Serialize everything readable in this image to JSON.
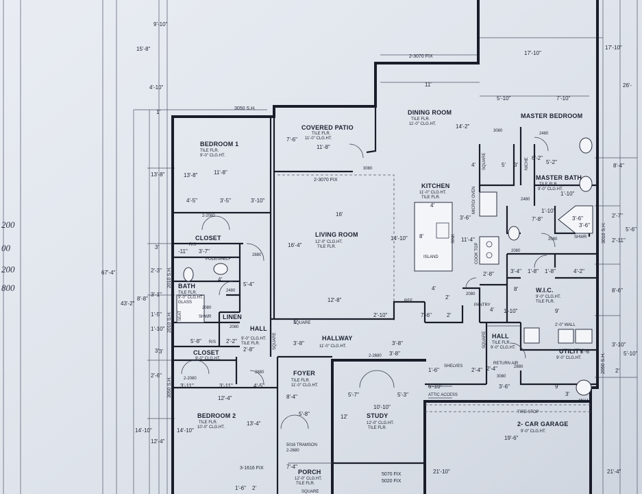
{
  "rooms": {
    "bedroom1": {
      "name": "BEDROOM 1",
      "n1": "TILE FLR.",
      "n2": "9'-0\" CLG.HT."
    },
    "covered_patio": {
      "name": "COVERED PATIO",
      "n1": "TILE FLR.",
      "n2": "11'-0\" CLG.HT."
    },
    "dining": {
      "name": "DINING ROOM",
      "n1": "TILE FLR.",
      "n2": "11'-0\" CLG.HT."
    },
    "master_bed": {
      "name": "MASTER BEDROOM"
    },
    "kitchen": {
      "name": "KITCHEN",
      "n1": "11'-0\" CLG.HT.",
      "n2": "TILE FLR."
    },
    "master_bath": {
      "name": "MASTER BATH",
      "n1": "TILE FLR.",
      "n2": "9'-0\" CLG.HT."
    },
    "living": {
      "name": "LIVING ROOM",
      "n1": "12'-0\" CLG.HT.",
      "n2": "TILE FLR."
    },
    "closet1": {
      "name": "CLOSET"
    },
    "bath": {
      "name": "BATH",
      "n1": "TILE FLR.",
      "n2": "9'-0\" CLG.HT.",
      "n3": "GLASS"
    },
    "linen": {
      "name": "LINEN"
    },
    "hall1": {
      "name": "HALL",
      "n1": "9'-0\" CLG.HT.",
      "n2": "TILE FLR."
    },
    "wic": {
      "name": "W.I.C.",
      "n1": "9'-0\" CLG.HT.",
      "n2": "TILE FLR."
    },
    "hallway": {
      "name": "HALLWAY",
      "n1": "11'-0\" CLG.HT."
    },
    "hall2": {
      "name": "HALL",
      "n1": "TILE FLR.",
      "n2": "9'-0\" CLG.HT."
    },
    "utility": {
      "name": "UTILITY",
      "n1": "9'-0\" CLG.HT."
    },
    "closet2": {
      "name": "CLOSET",
      "n1": "9'-0\" CLG.HT."
    },
    "foyer": {
      "name": "FOYER",
      "n1": "TILE FLR.",
      "n2": "11'-0\" CLG.HT."
    },
    "study": {
      "name": "STUDY",
      "n1": "12'-0\" CLG.HT.",
      "n2": "TILE FLR."
    },
    "bedroom2": {
      "name": "BEDROOM 2",
      "n1": "TILE FLR.",
      "n2": "10'-0\" CLG.HT."
    },
    "garage": {
      "name": "2- CAR GARAGE",
      "n1": "9'-0\" CLG.HT."
    },
    "porch": {
      "name": "PORCH",
      "n1": "12'-0\" CLG.HT.",
      "n2": "TILE FLR."
    }
  },
  "labels": {
    "island": "ISLAND",
    "sink": "SINK",
    "cooktop": "COOK TOP",
    "micro_oven": "MICRO/ OVEN",
    "pantry": "PANTRY",
    "ref": "REF.",
    "rs1": "R/S",
    "rs2": "R/S",
    "pole_shelf": "POLE/SHELF",
    "seat": "SEAT",
    "shwr": "SHWR",
    "shwr2": "SHWR",
    "niche": "NICHE",
    "square1": "SQUARE",
    "square2": "SQUARE",
    "square3": "SQUARE",
    "square4": "SQUARE",
    "square5": "SQUARE",
    "return_air": "RETURN AIR",
    "shelves": "SHELVES",
    "attic_access": "ATTIC ACCESS",
    "tire_stop": "TIRE STOP",
    "wh": "W.H.",
    "wall_label": "2'-0\" WALL",
    "tramson": "5016 TRAMSON"
  },
  "windows": {
    "w_3050a": "3050 S.H.",
    "w_2070a": "2-3070 FIX",
    "w_2070b": "2-3070 FIX",
    "w_2010a": "2010 S.H.",
    "w_2010b": "2010 S.H.",
    "w_3010": "3010 S.H.",
    "w_3050b": "3050 S.H.",
    "w_2050": "2050 S.H.",
    "w_1616": "3-1616 FIX",
    "w_5070": "5070 FIX",
    "w_5020": "5020 FIX"
  },
  "doors": {
    "d1": "2-2080",
    "d2": "2880",
    "d3": "2480",
    "d4": "2080",
    "d5": "2080",
    "d6": "3080",
    "d7": "2-2680",
    "d8": "2-2080",
    "d9": "2880",
    "d10": "2-2680",
    "d11": "2880",
    "d12": "3080",
    "d13": "2080",
    "d14": "2480",
    "d15": "2080",
    "d16": "2480",
    "d17": "3080",
    "d18": "2080"
  },
  "dims": {
    "v1": "9'-10\"",
    "v2": "15'-8\"",
    "v3": "4'-10\"",
    "v4": "1'",
    "v5": "13'-8\"",
    "v6": "67'-4\"",
    "v7": "43'-2\"",
    "v8": "3'",
    "v9": "2'-3\"",
    "v10": "3'-1\"",
    "v11": "8'-8\"",
    "v12": "1'-5\"",
    "v13": "1'-10\"",
    "v14": "3'",
    "v15": "2'-6\"",
    "v16": "14'-10\"",
    "v17": "12'-4\"",
    "r1": "17'-10\"",
    "r2": "26'-",
    "r3": "8'-4\"",
    "r4": "2'-7\"",
    "r5": "5'-6\"",
    "r6": "2'-11\"",
    "r7": "8'-6\"",
    "r8": "3'-10\"",
    "r9": "5'-10\"",
    "r10": "2'",
    "r11": "21'-4\"",
    "h_dining": "11'",
    "h_mb1": "5'-10\"",
    "h_mb2": "7'-10\"",
    "h_top": "17'-10\"",
    "h_patio": "11'-8\"",
    "h_patio_v": "7'-6\"",
    "h_b1": "11'-8\"",
    "h_b1v": "13'-8\"",
    "h_a": "4'-5\"",
    "h_b": "3'-5\"",
    "h_c": "3'-10\"",
    "h_dr": "14'-2\"",
    "h_liv": "16'",
    "h_livv": "16'-4\"",
    "h_liv2": "12'-8\"",
    "h_liv3": "14'-10\"",
    "h_k1": "4'",
    "h_k2": "3'-6\"",
    "h_k3": "8'",
    "h_k4": "11'-4\"",
    "h_k5": "2'-8\"",
    "h_k6": "4'",
    "h_k7": "2'",
    "h_k8": "7'-6\"",
    "h_k9": "2'-10\"",
    "h_k10": "2'",
    "h_k11": "4'",
    "h_m1": "4'",
    "h_m2": "5'",
    "h_m3": "3'",
    "h_m4": "6'-2\"",
    "h_m5": "5'-2\"",
    "h_m6": "1'-10\"",
    "h_m7": "1'-10\"",
    "h_m8": "7'-8\"",
    "h_m9": "3'-6\"",
    "h_m10": "3'-6\"",
    "h_m11": "3'-4\"",
    "h_m12": "1'-8\"",
    "h_m13": "1'-8\"",
    "h_m14": "4'-2\"",
    "h_m15": "8'",
    "h_m16": "9'",
    "h_m17": "1'-10\"",
    "h_m18": "3'-8\"",
    "h_c1": "-11\"",
    "h_c2": "3'-7\"",
    "h_b2": "4'",
    "h_b3": "5'-4\"",
    "h_b4": "3'",
    "h_h1": "2'-2\"",
    "h_h2": "2'-8\"",
    "h_h3": "5'-8\"",
    "h_h4": "3'-8\"",
    "h_h5": "3'-8\"",
    "h_h6": "1'",
    "h_c3": "3'-11\"",
    "h_c4": "3'-11\"",
    "h_c5": "4'-5\"",
    "h_br2a": "12'-4\"",
    "h_br2b": "13'-4\"",
    "h_br2c": "14'-10\"",
    "h_f1": "8'-4\"",
    "h_f2": "5'-8\"",
    "h_f3": "7'-4\"",
    "h_s1": "10'-10\"",
    "h_s2": "5'-7\"",
    "h_s3": "5'-3\"",
    "h_s4": "12'",
    "h_g1": "19'-6\"",
    "h_g2": "21'-10\"",
    "h_g3": "3'-6\"",
    "h_g4": "9'",
    "h_g5": "3'",
    "h_g6": "6'-10\"",
    "h_g7": "1'-6\"",
    "h_g8": "2'-4\"",
    "h_p1": "1'-6\"",
    "h_p2": "2'",
    "h_u1": "5'-6\"",
    "h_u2": "2'-4\""
  },
  "handwriting": {
    "a": "200",
    "b": "00",
    "c": "200",
    "d": "800"
  }
}
